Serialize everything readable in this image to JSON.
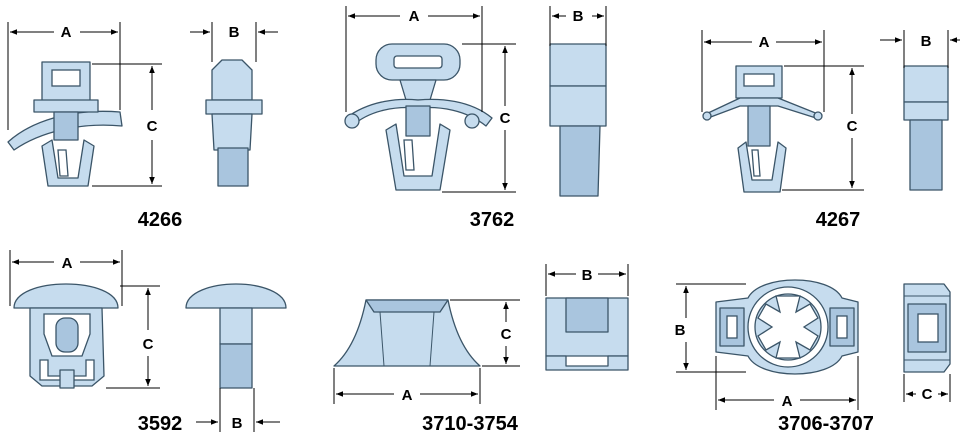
{
  "parts": [
    {
      "number": "4266",
      "dims": {
        "a": "A",
        "b": "B",
        "c": "C"
      }
    },
    {
      "number": "3762",
      "dims": {
        "a": "A",
        "b": "B",
        "c": "C"
      }
    },
    {
      "number": "4267",
      "dims": {
        "a": "A",
        "b": "B",
        "c": "C"
      }
    },
    {
      "number": "3592",
      "dims": {
        "a": "A",
        "b": "B",
        "c": "C"
      }
    },
    {
      "number": "3710-3754",
      "dims": {
        "a": "A",
        "b": "B",
        "c": "C"
      }
    },
    {
      "number": "3706-3707",
      "dims": {
        "a": "A",
        "b": "B",
        "c": "C"
      }
    }
  ],
  "colors": {
    "part_fill": "#c6dcee",
    "part_stroke": "#3b5568",
    "dimension_line": "#000000"
  }
}
